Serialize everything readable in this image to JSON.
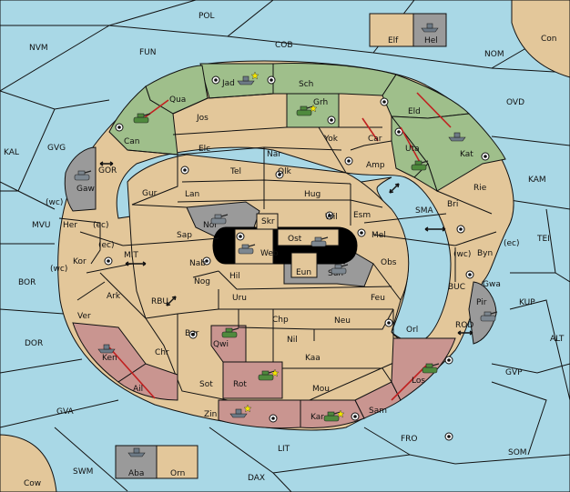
{
  "regions": {
    "POL": "POL",
    "NVM": "NVM",
    "FUN": "FUN",
    "COB": "COB",
    "NOM": "NOM",
    "Con": "Con",
    "OVD": "OVD",
    "KAL": "KAL",
    "GVG": "GVG",
    "GOR": "GOR",
    "MVU": "MVU",
    "BOR": "BOR",
    "DOR": "DOR",
    "GVA": "GVA",
    "SWM": "SWM",
    "Cow": "Cow",
    "DAX": "DAX",
    "LIT": "LIT",
    "FRO": "FRO",
    "SOM": "SOM",
    "GVP": "GVP",
    "ALT": "ALT",
    "KUP": "KUP",
    "TEI": "TEI",
    "KAM": "KAM",
    "SMA": "SMA",
    "MIT": "MIT",
    "RBU": "RBU",
    "BUC": "BUC",
    "ROD": "ROD",
    "Elf": "Elf",
    "Hel": "Hel",
    "Aba": "Aba",
    "Orn": "Orn",
    "Jad": "Jad",
    "Sch": "Sch",
    "Qua": "Qua",
    "Jos": "Jos",
    "Can": "Can",
    "Grh": "Grh",
    "Eld": "Eld",
    "Kat": "Kat",
    "Elc": "Elc",
    "Nar": "Nar",
    "Yok": "Yok",
    "Car": "Car",
    "Uta": "Uta",
    "Tel": "Tel",
    "Olk": "Olk",
    "Amp": "Amp",
    "Gaw": "Gaw",
    "Gur": "Gur",
    "Lan": "Lan",
    "Hug": "Hug",
    "Rie": "Rie",
    "Bri": "Bri",
    "Her": "Her",
    "Nor": "Nor",
    "Skr": "Skr",
    "Wil": "Wil",
    "Esm": "Esm",
    "Sap": "Sap",
    "Ost": "Ost",
    "Web": "Web",
    "Mel": "Mel",
    "Byn": "Byn",
    "Kor": "Kor",
    "Nab": "Nab",
    "Eun": "Eun",
    "Obs": "Obs",
    "Gwa": "Gwa",
    "Ark": "Ark",
    "Nog": "Nog",
    "Hil": "Hil",
    "Sun": "Sun",
    "Uru": "Uru",
    "Feu": "Feu",
    "Pir": "Pir",
    "Ver": "Ver",
    "Bar": "Bar",
    "Chp": "Chp",
    "Neu": "Neu",
    "Orl": "Orl",
    "Qwi": "Qwi",
    "Nil": "Nil",
    "Ken": "Ken",
    "Chr": "Chr",
    "Kaa": "Kaa",
    "Los": "Los",
    "Ail": "Ail",
    "Sot": "Sot",
    "Rot": "Rot",
    "Mou": "Mou",
    "Zin": "Zin",
    "Kar": "Kar",
    "Sam": "Sam"
  },
  "coast_markers": {
    "wc1": "(wc)",
    "ec1": "(ec)",
    "ec2": "(ec)",
    "wc2": "(wc)",
    "wc3": "(wc)",
    "ec3": "(ec)"
  },
  "colors": {
    "sea": "#a9d8e6",
    "neutral_land": "#e3c79a",
    "green_power": "#9fbf8b",
    "red_power": "#c99590",
    "grey_power": "#9a9a9a",
    "impassable": "#000000",
    "move_arrow": "#c12020",
    "star": "#f2e600"
  },
  "units": [
    {
      "type": "fleet",
      "region": "Jad",
      "power": "grey"
    },
    {
      "type": "fleet",
      "region": "Hel",
      "power": "grey"
    },
    {
      "type": "army",
      "region": "Can",
      "power": "green"
    },
    {
      "type": "army",
      "region": "Grh",
      "power": "green"
    },
    {
      "type": "fleet",
      "region": "Kat",
      "power": "green"
    },
    {
      "type": "army",
      "region": "Uta",
      "power": "green"
    },
    {
      "type": "army",
      "region": "Gaw",
      "power": "grey"
    },
    {
      "type": "army",
      "region": "Nor",
      "power": "grey"
    },
    {
      "type": "army",
      "region": "Web",
      "power": "grey"
    },
    {
      "type": "army",
      "region": "Ost",
      "power": "grey"
    },
    {
      "type": "army",
      "region": "Sun",
      "power": "grey"
    },
    {
      "type": "army",
      "region": "Pir",
      "power": "grey"
    },
    {
      "type": "army",
      "region": "Qwi",
      "power": "red"
    },
    {
      "type": "army",
      "region": "Rot",
      "power": "red"
    },
    {
      "type": "fleet",
      "region": "Ken",
      "power": "red"
    },
    {
      "type": "army",
      "region": "Los",
      "power": "red"
    },
    {
      "type": "fleet",
      "region": "Zin",
      "power": "red"
    },
    {
      "type": "army",
      "region": "Kar",
      "power": "red"
    },
    {
      "type": "fleet",
      "region": "Aba",
      "power": "grey"
    }
  ]
}
